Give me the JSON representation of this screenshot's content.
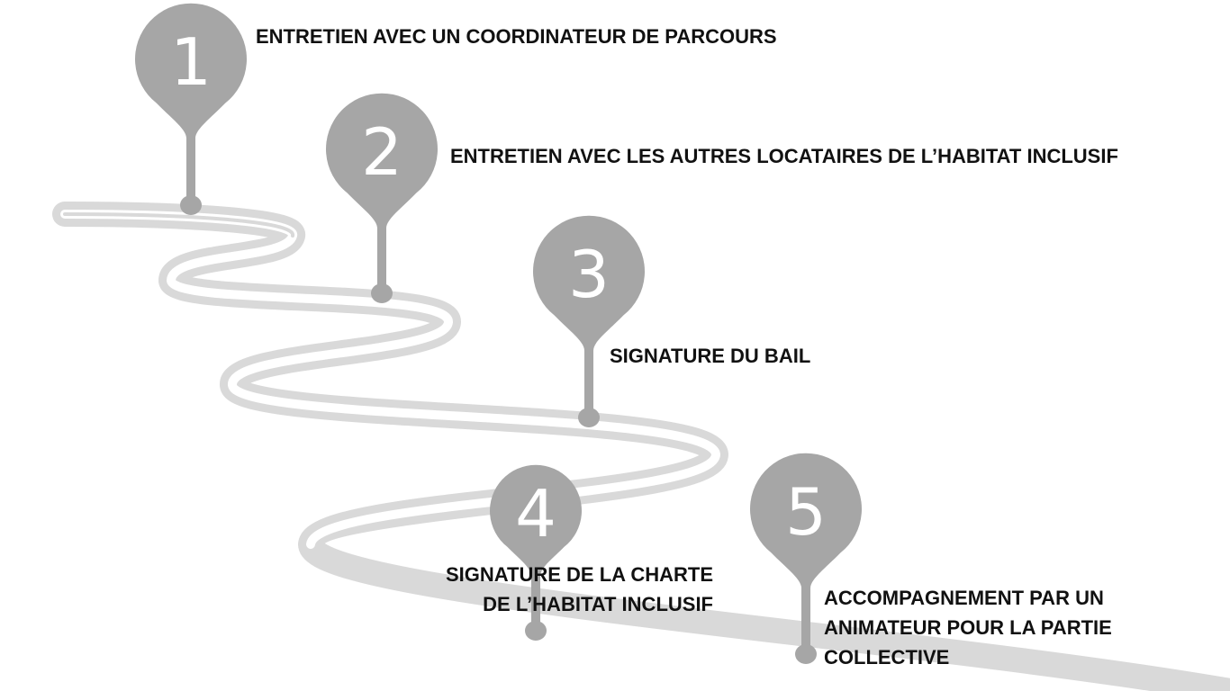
{
  "colors": {
    "pin": "#a6a6a6",
    "road_outer": "#d9d9d9",
    "road_inner": "#ffffff",
    "text": "#111111"
  },
  "steps": [
    {
      "number": "1",
      "label_lines": [
        "ENTRETIEN AVEC UN COORDINATEUR DE PARCOURS"
      ]
    },
    {
      "number": "2",
      "label_lines": [
        "ENTRETIEN AVEC LES AUTRES LOCATAIRES DE L’HABITAT INCLUSIF"
      ]
    },
    {
      "number": "3",
      "label_lines": [
        "SIGNATURE DU BAIL"
      ]
    },
    {
      "number": "4",
      "label_lines": [
        "SIGNATURE DE LA CHARTE",
        "DE L’HABITAT INCLUSIF"
      ]
    },
    {
      "number": "5",
      "label_lines": [
        "ACCOMPAGNEMENT PAR UN",
        "ANIMATEUR POUR LA PARTIE",
        "COLLECTIVE"
      ]
    }
  ]
}
